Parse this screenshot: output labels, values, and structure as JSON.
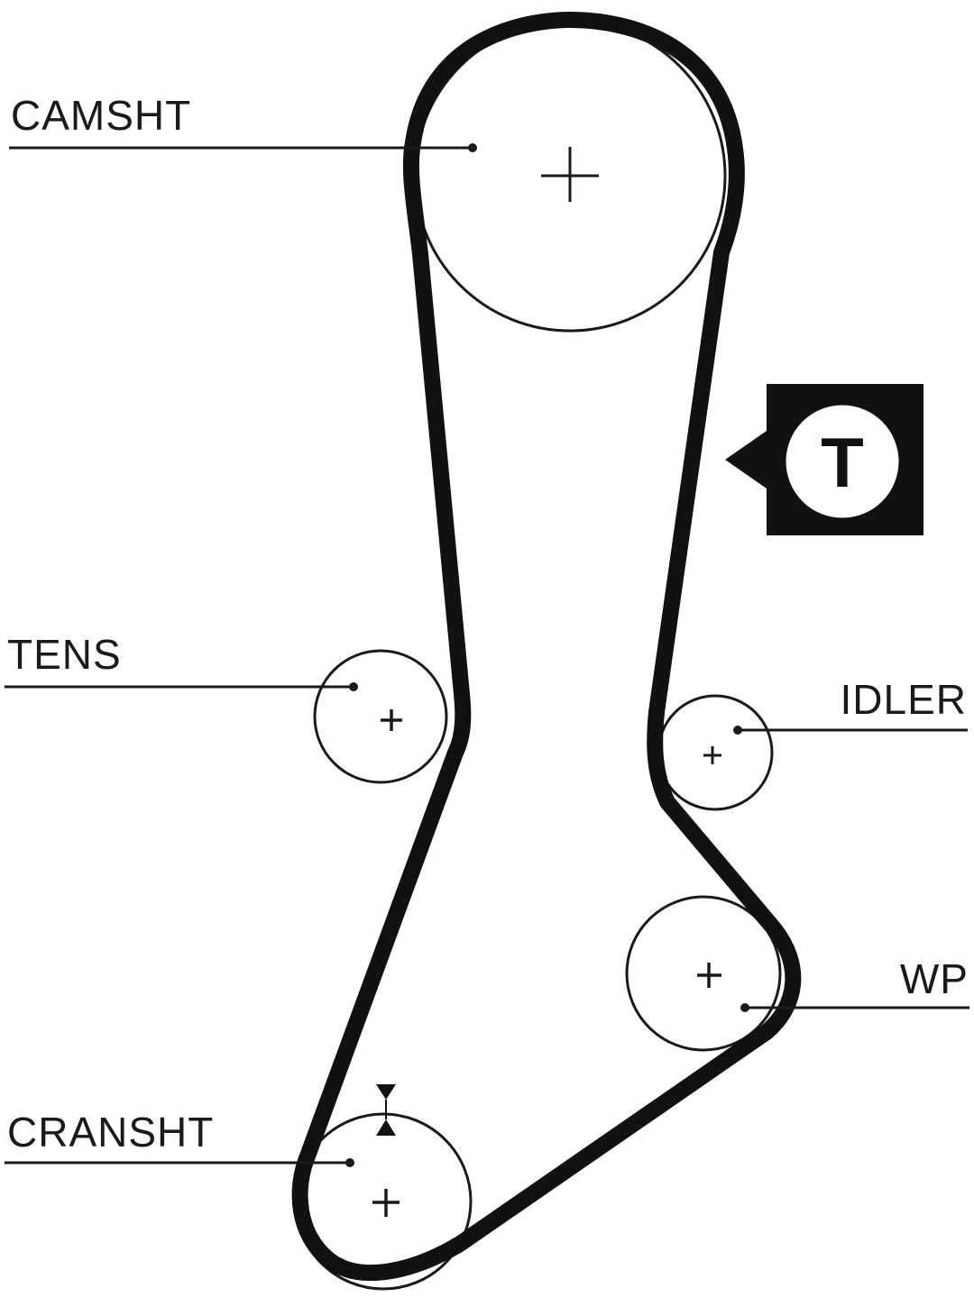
{
  "diagram": {
    "labels": {
      "camshaft": "CAMSHT",
      "tensioner": "TENS",
      "idler": "IDLER",
      "water_pump": "WP",
      "crankshaft": "CRANSHT"
    },
    "tension_marker": "T",
    "colors": {
      "belt": "#111111",
      "pulley_outline": "#1a1a1a",
      "background": "#ffffff",
      "marker_fill": "#111111",
      "marker_badge": "#ffffff"
    }
  }
}
